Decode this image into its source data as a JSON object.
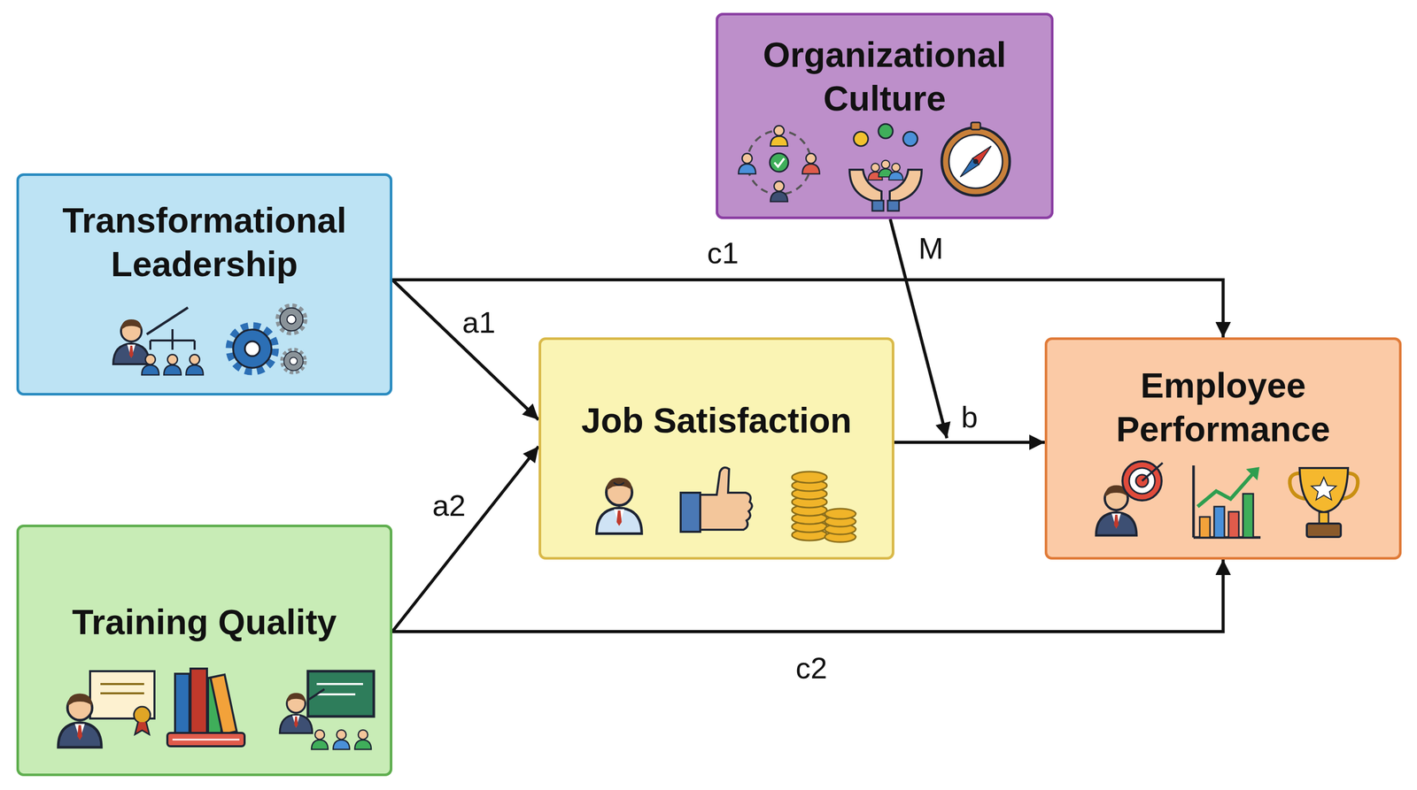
{
  "diagram": {
    "nodes": [
      {
        "text": [
          "Organizational Culture"
        ]
      },
      {
        "text": [
          "Transformational Leadership"
        ]
      },
      {
        "text": [
          "Job Satisfaction"
        ]
      },
      {
        "text": [
          "Employee Performance"
        ]
      },
      {
        "text": [
          "Training Quality"
        ]
      }
    ],
    "edges": [
      {
        "from": 1,
        "to": 3,
        "label": "c1",
        "arrow": "to"
      },
      {
        "from": 1,
        "to": 2,
        "label": "a1",
        "arrow": "to"
      },
      {
        "from": 4,
        "to": 2,
        "label": "a2",
        "arrow": "to"
      },
      {
        "from": 2,
        "to": 3,
        "label": "b",
        "arrow": "to"
      },
      {
        "from": 4,
        "to": 3,
        "label": "c2",
        "arrow": "to"
      }
    ],
    "labels": [
      "M"
    ]
  }
}
